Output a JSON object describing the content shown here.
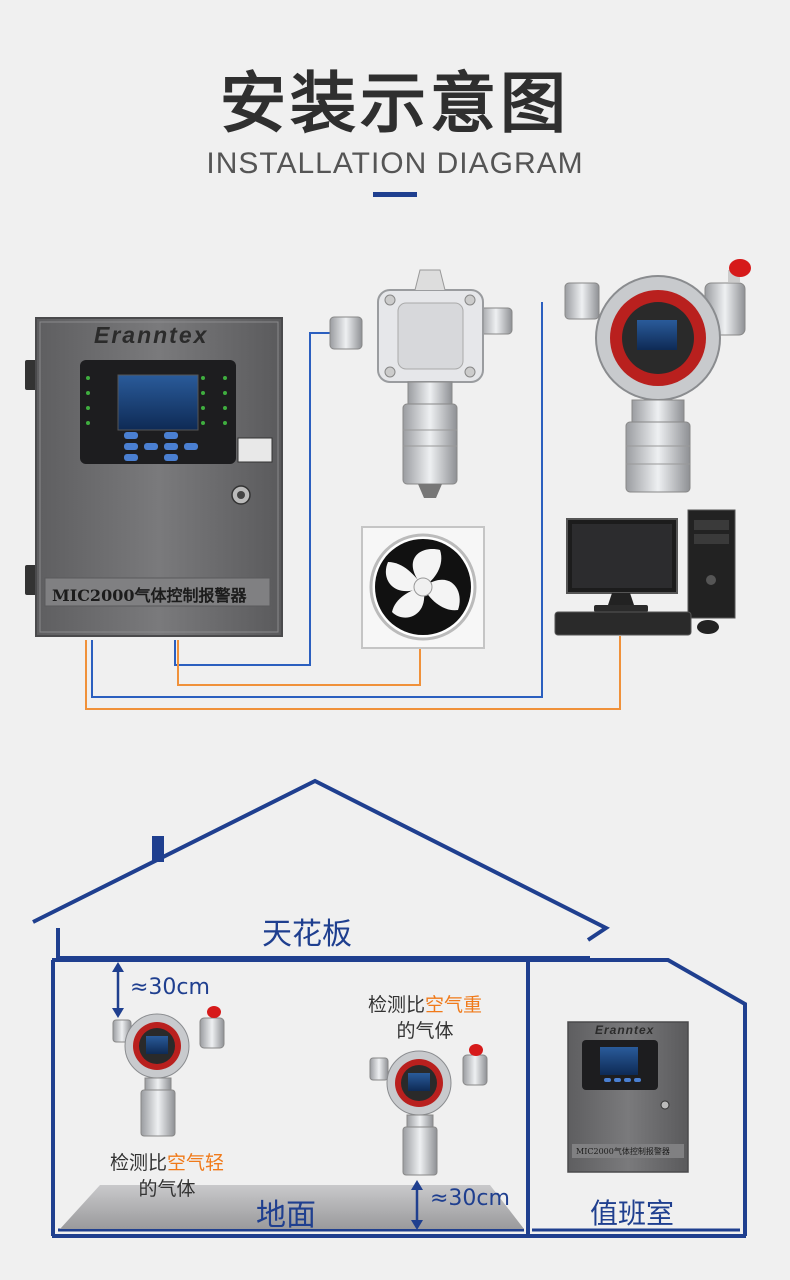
{
  "header": {
    "title": "安装示意图",
    "subtitle": "INSTALLATION DIAGRAM"
  },
  "controller": {
    "brand": "Eranntex",
    "model_label": "MIC2000气体控制报警器"
  },
  "house": {
    "ceiling_label": "天花板",
    "floor_label": "地面",
    "duty_room_label": "值班室",
    "top_distance": "≈30cm",
    "bottom_distance": "≈30cm",
    "heavy_gas_note": {
      "prefix": "检测比",
      "highlight": "空气重",
      "suffix": "的气体"
    },
    "light_gas_note": {
      "prefix": "检测比",
      "highlight": "空气轻",
      "suffix": "的气体"
    }
  },
  "colors": {
    "wire_blue": "#2b5fbf",
    "wire_orange": "#f0913a",
    "house_line": "#1f3f8f",
    "highlight_text": "#f07a1a",
    "cabinet_gray": "#6e6e70"
  }
}
